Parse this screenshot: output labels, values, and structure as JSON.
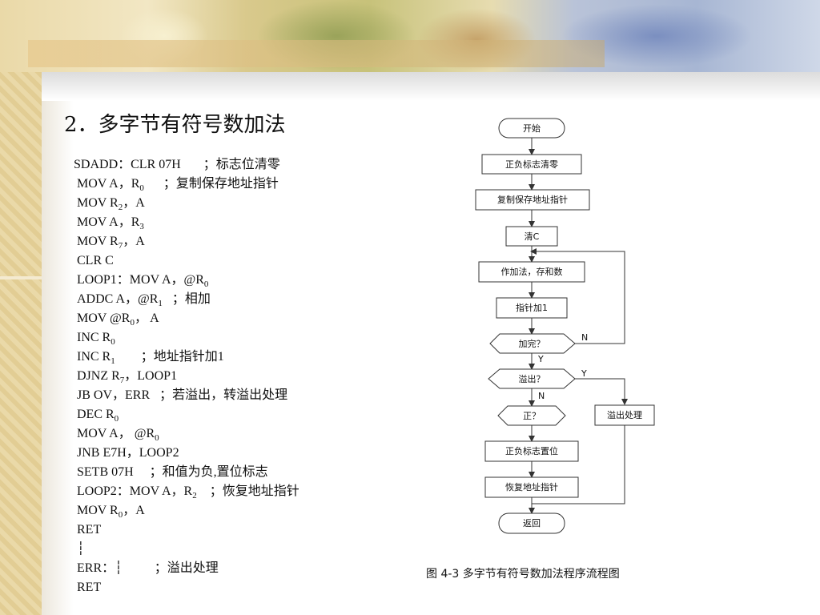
{
  "title": "2．多字节有符号数加法",
  "code": [
    {
      "p1": "SDADD：CLR 07H       ；标志位清零",
      "sub": "",
      "p2": ""
    },
    {
      "p1": "MOV A，R",
      "sub": "0",
      "p2": "      ；复制保存地址指针"
    },
    {
      "p1": "MOV R",
      "sub": "2",
      "p2": "，A"
    },
    {
      "p1": "MOV A，R",
      "sub": "3",
      "p2": ""
    },
    {
      "p1": "MOV R",
      "sub": "7",
      "p2": "，A"
    },
    {
      "p1": "CLR C",
      "sub": "",
      "p2": ""
    },
    {
      "p1": "LOOP1：MOV A，@R",
      "sub": "0",
      "p2": ""
    },
    {
      "p1": "ADDC A，@R",
      "sub": "1",
      "p2": "   ；相加"
    },
    {
      "p1": "MOV @R",
      "sub": "0",
      "p2": "， A"
    },
    {
      "p1": "INC R",
      "sub": "0",
      "p2": ""
    },
    {
      "p1": "INC R",
      "sub": "1",
      "p2": "        ；地址指针加1"
    },
    {
      "p1": "DJNZ R",
      "sub": "7",
      "p2": "，LOOP1"
    },
    {
      "p1": "JB OV，ERR   ；若溢出，转溢出处理",
      "sub": "",
      "p2": ""
    },
    {
      "p1": "DEC R",
      "sub": "0",
      "p2": ""
    },
    {
      "p1": "MOV A， @R",
      "sub": "0",
      "p2": ""
    },
    {
      "p1": "JNB E7H，LOOP2",
      "sub": "",
      "p2": ""
    },
    {
      "p1": "SETB 07H     ；和值为负,置位标志",
      "sub": "",
      "p2": ""
    },
    {
      "p1": "LOOP2：MOV A，R",
      "sub": "2",
      "p2": "    ；恢复地址指针"
    },
    {
      "p1": "MOV R",
      "sub": "0",
      "p2": "，A"
    },
    {
      "p1": "RET",
      "sub": "",
      "p2": ""
    },
    {
      "p1": "┆",
      "sub": "",
      "p2": ""
    },
    {
      "p1": "ERR：┆          ；溢出处理",
      "sub": "",
      "p2": ""
    },
    {
      "p1": "RET",
      "sub": "",
      "p2": ""
    }
  ],
  "flowchart": {
    "start": "开始",
    "clear_flag": "正负标志清零",
    "copy_pointer": "复制保存地址指针",
    "clear_c": "清C",
    "add_store": "作加法，存和数",
    "inc_pointer": "指针加1",
    "done_q": "加完？",
    "overflow_q": "溢出？",
    "positive_q": "正？",
    "overflow_handle": "溢出处理",
    "set_flag": "正负标志置位",
    "restore_pointer": "恢复地址指针",
    "return": "返回",
    "label_n1": "N",
    "label_y1": "Y",
    "label_y2": "Y",
    "label_n2": "N"
  },
  "caption": "图 4-3  多字节有符号数加法程序流程图"
}
